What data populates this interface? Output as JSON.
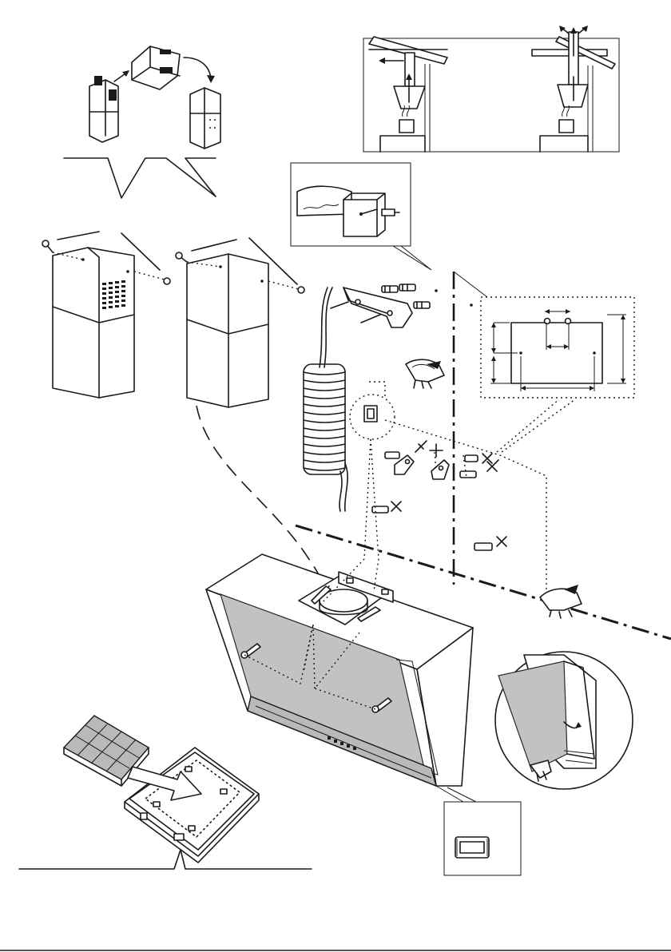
{
  "figure": {
    "panels": [
      "duct-cover-rotation",
      "ducting-modes",
      "wall-plug-detail",
      "chimney-covers",
      "wall-bracket-and-hose",
      "drilling-template",
      "hood-body",
      "glass-panel-detail",
      "grease-filter-replacement",
      "control-switch-detail"
    ]
  }
}
